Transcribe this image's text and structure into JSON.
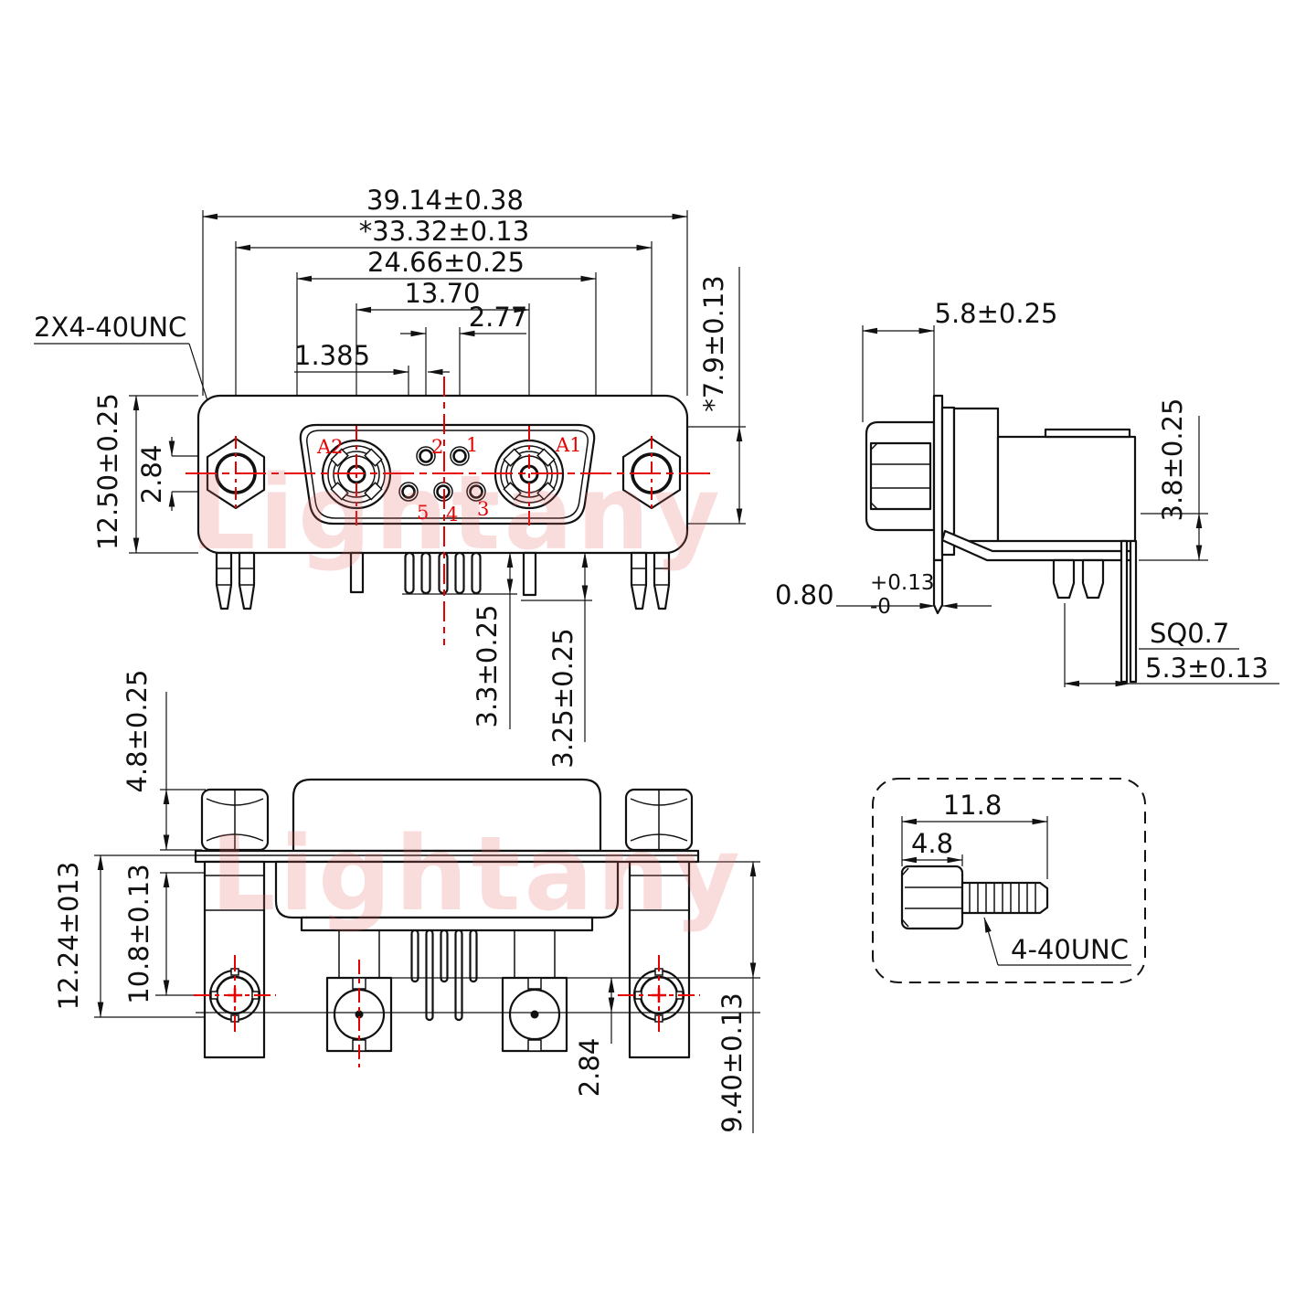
{
  "watermark": {
    "text": "Lightany"
  },
  "front_view": {
    "thread_note": "2X4-40UNC",
    "dim_total_width": "39.14±0.38",
    "dim_mount_width": "*33.32±0.13",
    "dim_shell_width": "24.66±0.25",
    "dim_coax_span": "13.70",
    "dim_pin_pitch": "2.77",
    "dim_half_pitch": "1.385",
    "dim_height": "12.50±0.25",
    "dim_row_offset": "2.84",
    "dim_shell_height": "*7.9±0.13",
    "dim_pin_length": "3.3±0.25",
    "dim_coax_pin_length": "3.25±0.25",
    "labels": {
      "a2": "A2",
      "a1": "A1",
      "p1": "1",
      "p2": "2",
      "p3": "3",
      "p4": "4",
      "p5": "5"
    }
  },
  "side_view": {
    "dim_front_depth": "5.8±0.25",
    "dim_bracket_height": "3.8±0.25",
    "dim_panel_thickness_base": "0.80",
    "dim_panel_thickness_plus": "+0.13",
    "dim_panel_thickness_minus": "-0",
    "pin_square": "SQ0.7",
    "dim_pin_offset": "5.3±0.13"
  },
  "bottom_view": {
    "dim_nut_height": "4.8±0.25",
    "dim_total_height": "12.24±013",
    "dim_bracket_height": "10.8±0.13",
    "dim_row_offset": "2.84",
    "dim_coax_depth": "9.40±0.13"
  },
  "screw_detail": {
    "dim_total_length": "11.8",
    "dim_head_length": "4.8",
    "thread_spec": "4-40UNC"
  }
}
